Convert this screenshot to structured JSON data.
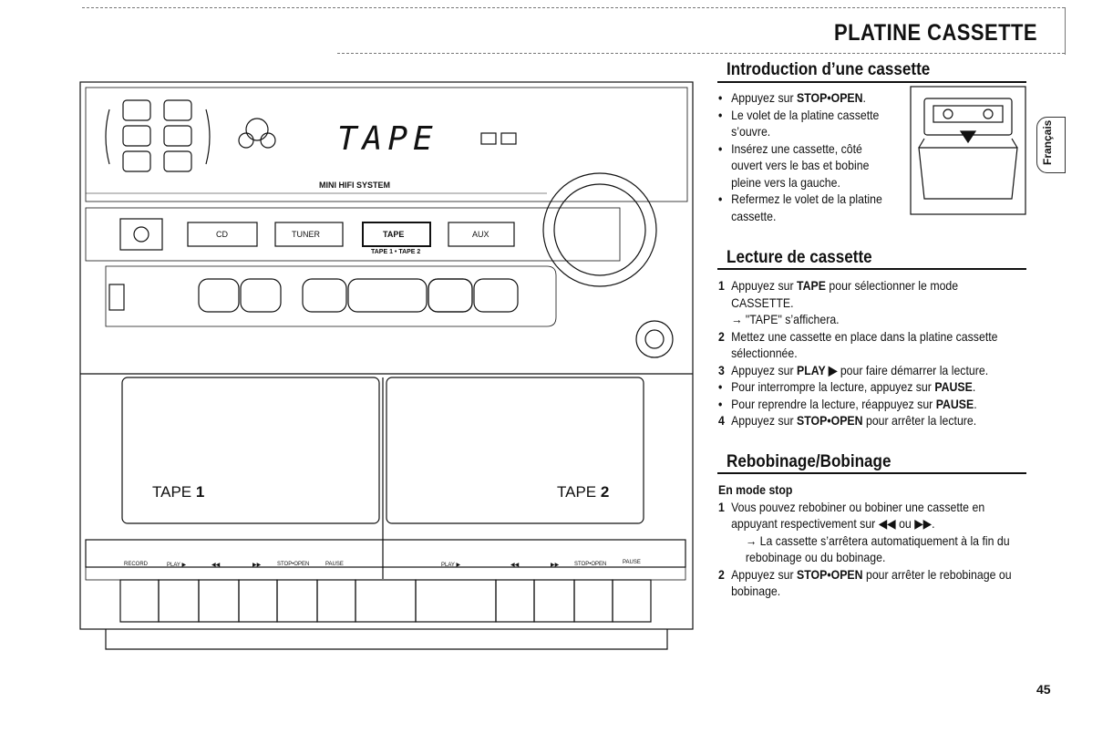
{
  "page": {
    "title": "PLATINE CASSETTE",
    "language_tab": "Français",
    "page_number": "45"
  },
  "device": {
    "display_text": "TAPE",
    "system_label": "MINI HIFI SYSTEM",
    "source_buttons": [
      "CD",
      "TUNER",
      "TAPE",
      "AUX"
    ],
    "tape_selector_label": "TAPE 1 • TAPE 2",
    "deck1_label": "TAPE",
    "deck1_number": "1",
    "deck2_label": "TAPE",
    "deck2_number": "2",
    "deck1_keys": [
      "RECORD",
      "PLAY ▶",
      "◀◀",
      "▶▶",
      "STOP•OPEN",
      "PAUSE"
    ],
    "deck2_keys": [
      "PLAY ▶",
      "◀◀",
      "▶▶",
      "STOP•OPEN",
      "PAUSE"
    ]
  },
  "intro": {
    "heading": "Introduction d’une cassette",
    "items": [
      {
        "pre": "Appuyez sur ",
        "bold": "STOP•OPEN",
        "post": "."
      },
      {
        "pre": "Le volet de la platine cassette s’ouvre.",
        "bold": "",
        "post": ""
      },
      {
        "pre": "Insérez une cassette, côté ouvert vers le bas et bobine pleine vers la gauche.",
        "bold": "",
        "post": ""
      },
      {
        "pre": "Refermez le volet de la platine cassette.",
        "bold": "",
        "post": ""
      }
    ]
  },
  "playback": {
    "heading": "Lecture de cassette",
    "step1_num": "1",
    "step1_pre": "Appuyez sur ",
    "step1_bold": "TAPE",
    "step1_post": " pour sélectionner le mode CASSETTE.",
    "step1_sub": "→ \"TAPE\" s’affichera.",
    "step2_num": "2",
    "step2": "Mettez une cassette en place dans la platine cassette sélectionnée.",
    "step3_num": "3",
    "step3_pre": "Appuyez sur ",
    "step3_bold": "PLAY ▶",
    "step3_post": " pour faire démarrer la lecture.",
    "bullet_a_pre": "Pour interrompre la lecture, appuyez sur ",
    "bullet_a_bold": "PAUSE",
    "bullet_a_post": ".",
    "bullet_b_pre": "Pour reprendre la lecture, réappuyez sur ",
    "bullet_b_bold": "PAUSE",
    "bullet_b_post": ".",
    "step4_num": "4",
    "step4_pre": "Appuyez sur ",
    "step4_bold": "STOP•OPEN",
    "step4_post": " pour arrêter la lecture."
  },
  "rewind": {
    "heading": "Rebobinage/Bobinage",
    "subheading": "En mode stop",
    "step1_num": "1",
    "step1": "Vous pouvez rebobiner ou bobiner une cassette en appuyant respectivement sur ◀◀ ou ▶▶.",
    "step1_sub": "→ La cassette s’arrêtera automatiquement à la fin du rebobinage ou du bobinage.",
    "step2_num": "2",
    "step2_pre": "Appuyez sur ",
    "step2_bold": "STOP•OPEN",
    "step2_post": " pour arrêter le rebobinage ou bobinage."
  }
}
